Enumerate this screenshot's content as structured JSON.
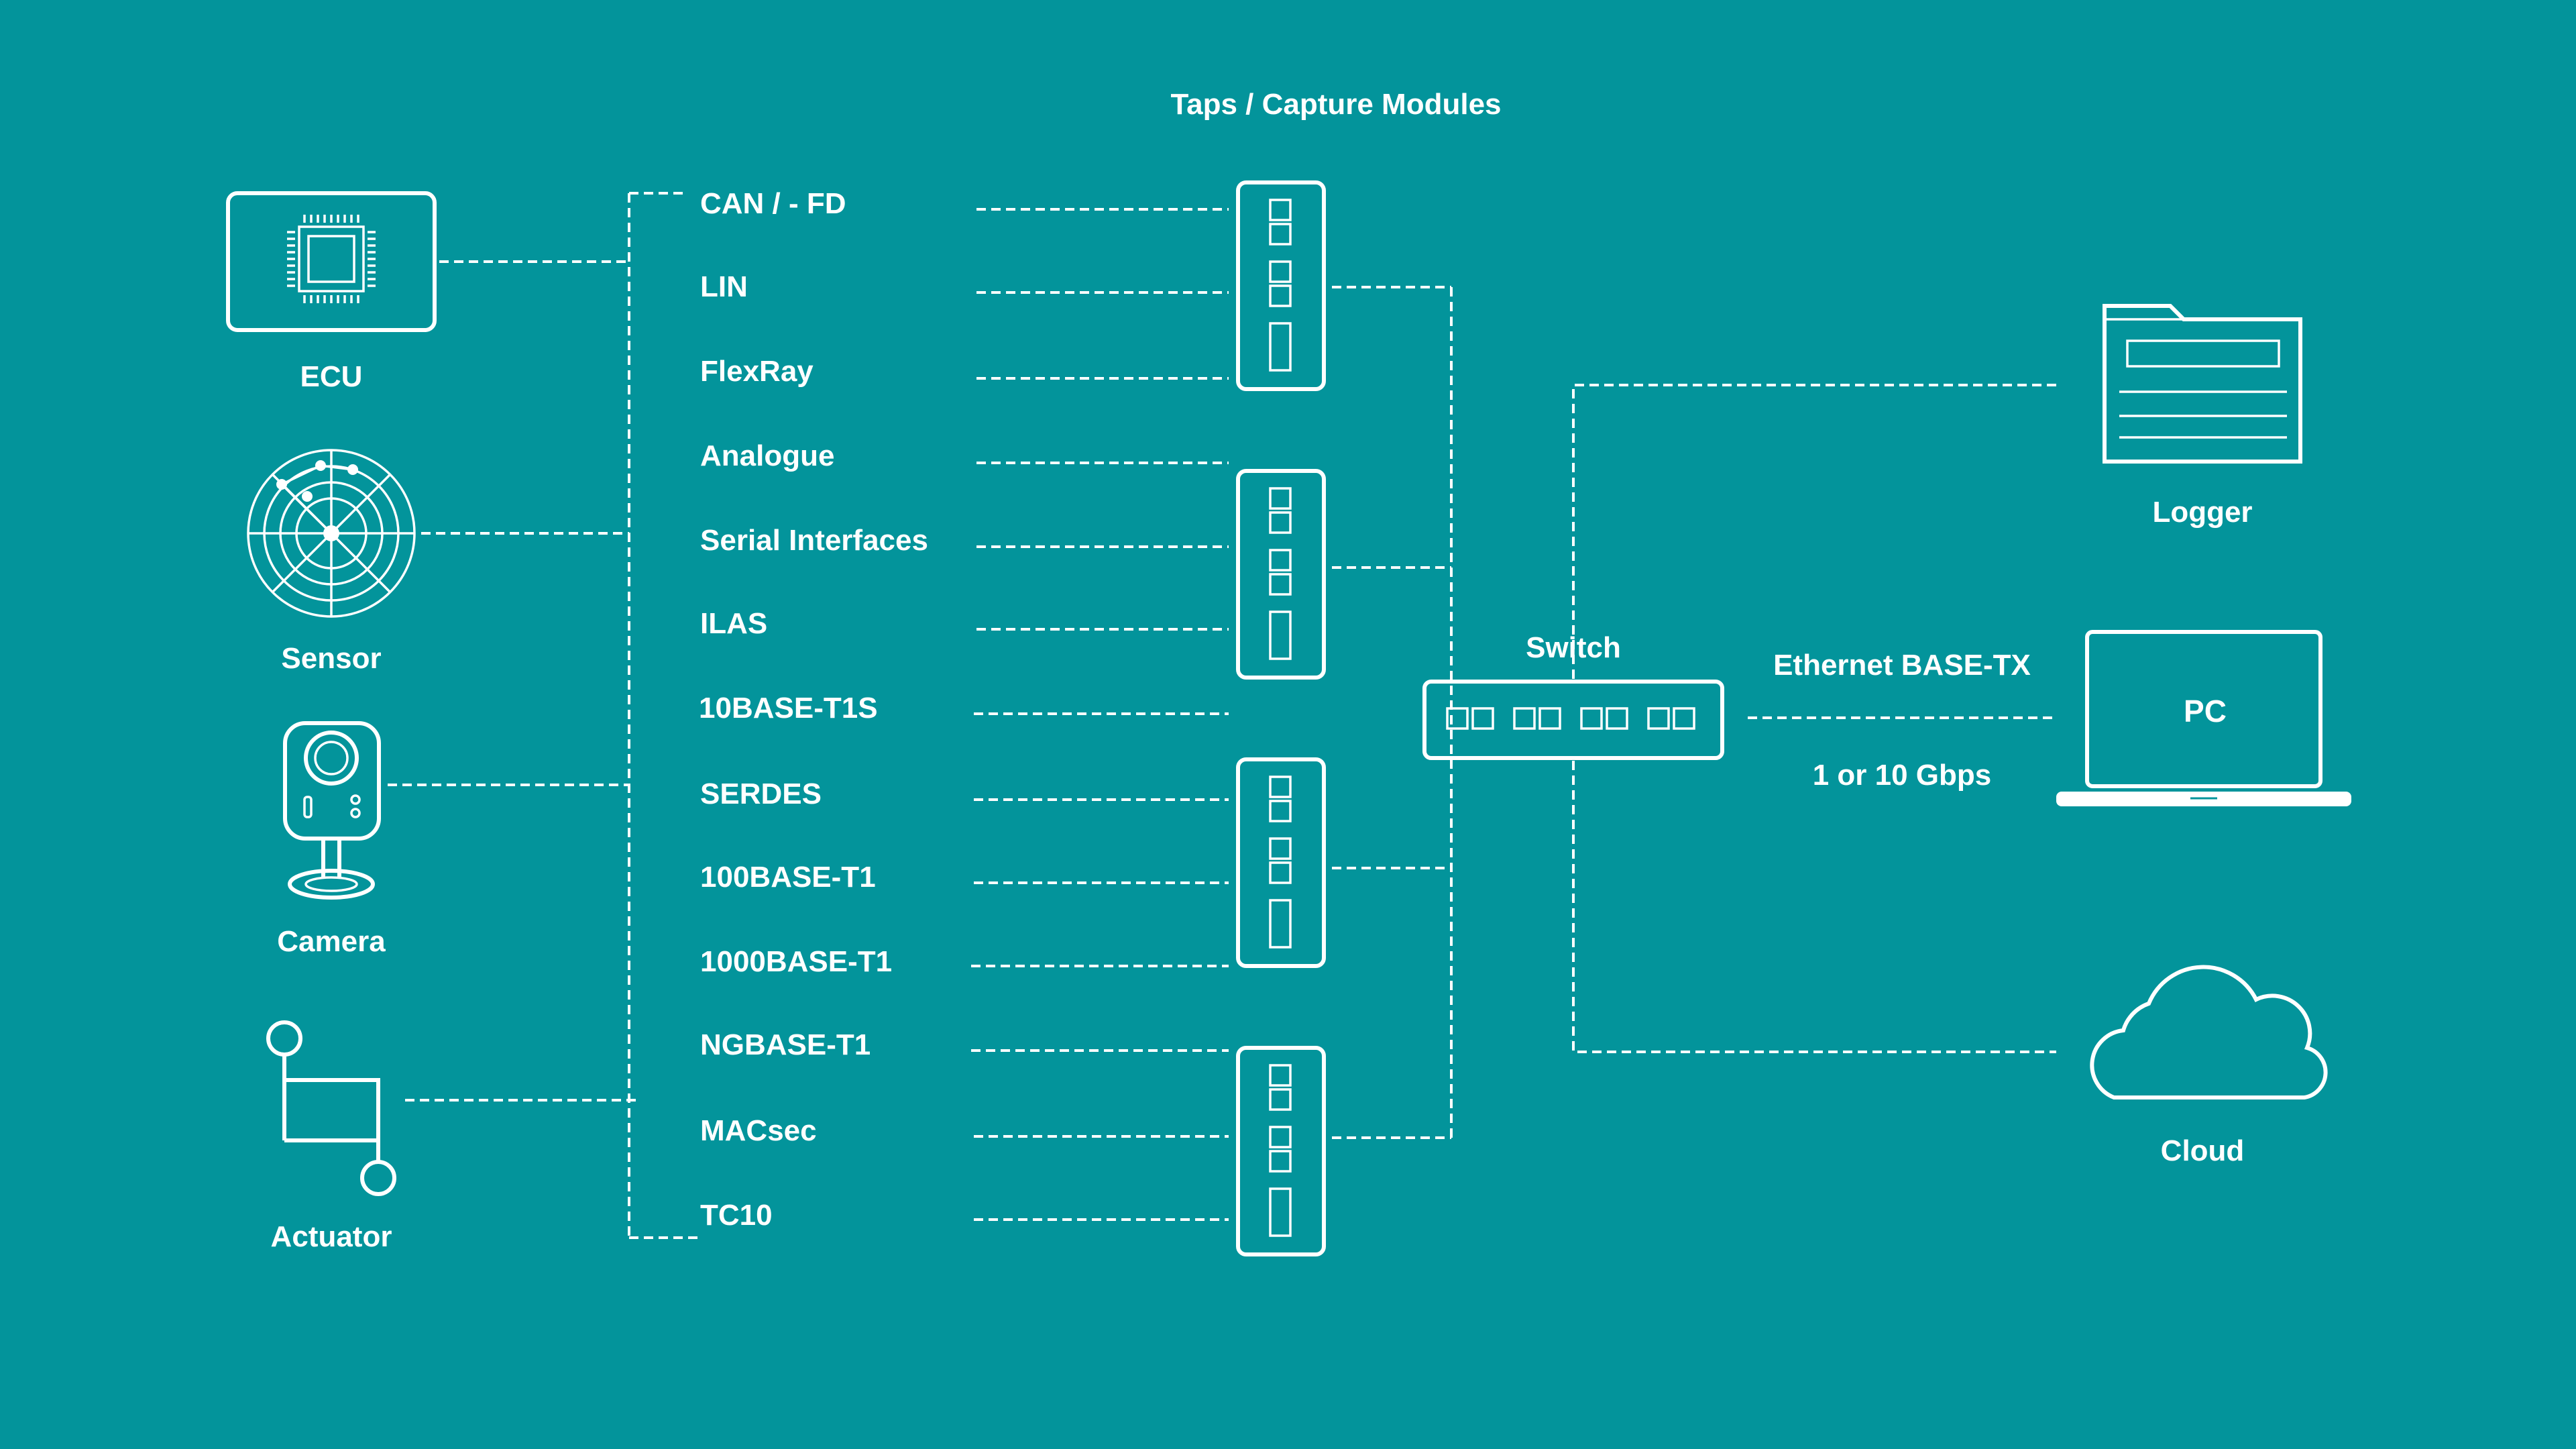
{
  "colors": {
    "background": "#03949b",
    "foreground": "#ffffff"
  },
  "title": "Taps / Capture Modules",
  "devices": {
    "ecu": "ECU",
    "sensor": "Sensor",
    "camera": "Camera",
    "actuator": "Actuator"
  },
  "protocols": [
    "CAN / - FD",
    "LIN",
    "FlexRay",
    "Analogue",
    "Serial Interfaces",
    "ILAS",
    "10BASE-T1S",
    "SERDES",
    "100BASE-T1",
    "1000BASE-T1",
    "NGBASE-T1",
    "MACsec",
    "TC10"
  ],
  "switch": {
    "label": "Switch"
  },
  "link": {
    "type": "Ethernet BASE-TX",
    "speed": "1 or 10 Gbps"
  },
  "endpoints": {
    "logger": "Logger",
    "pc": "PC",
    "cloud": "Cloud"
  },
  "icons": [
    "chip-icon",
    "radar-icon",
    "camera-icon",
    "flag-icon",
    "tap-module-icon",
    "switch-icon",
    "folder-icon",
    "laptop-icon",
    "cloud-icon"
  ]
}
